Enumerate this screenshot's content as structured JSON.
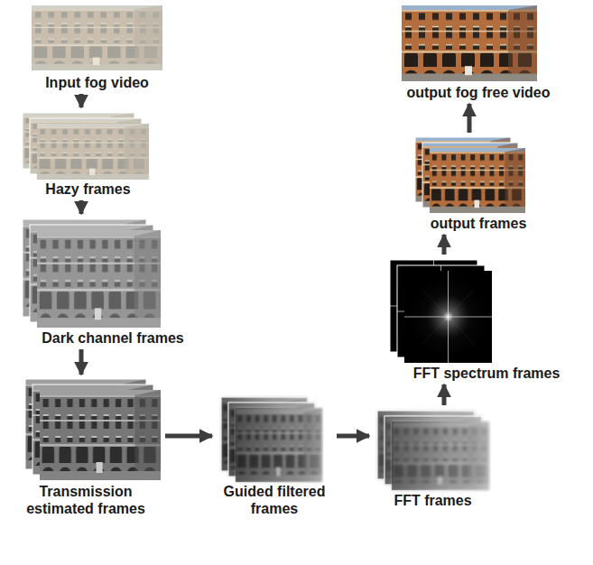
{
  "diagram": {
    "nodes": [
      {
        "text": [
          "Input fog video"
        ]
      },
      {
        "text": [
          "Hazy frames"
        ]
      },
      {
        "text": [
          "Dark channel frames"
        ]
      },
      {
        "text": [
          "Transmission estimated frames"
        ]
      },
      {
        "text": [
          "Guided filtered frames"
        ]
      },
      {
        "text": [
          "FFT frames"
        ]
      },
      {
        "text": [
          "FFT spectrum frames"
        ]
      },
      {
        "text": [
          "output frames"
        ]
      },
      {
        "text": [
          "output fog free video"
        ]
      }
    ],
    "edges": [
      {
        "from": 0,
        "to": 1,
        "arrow": "to"
      },
      {
        "from": 1,
        "to": 2,
        "arrow": "to"
      },
      {
        "from": 2,
        "to": 3,
        "arrow": "to"
      },
      {
        "from": 3,
        "to": 4,
        "arrow": "to"
      },
      {
        "from": 4,
        "to": 5,
        "arrow": "to"
      },
      {
        "from": 5,
        "to": 6,
        "arrow": "to"
      },
      {
        "from": 6,
        "to": 7,
        "arrow": "to"
      },
      {
        "from": 7,
        "to": 8,
        "arrow": "to"
      }
    ]
  }
}
